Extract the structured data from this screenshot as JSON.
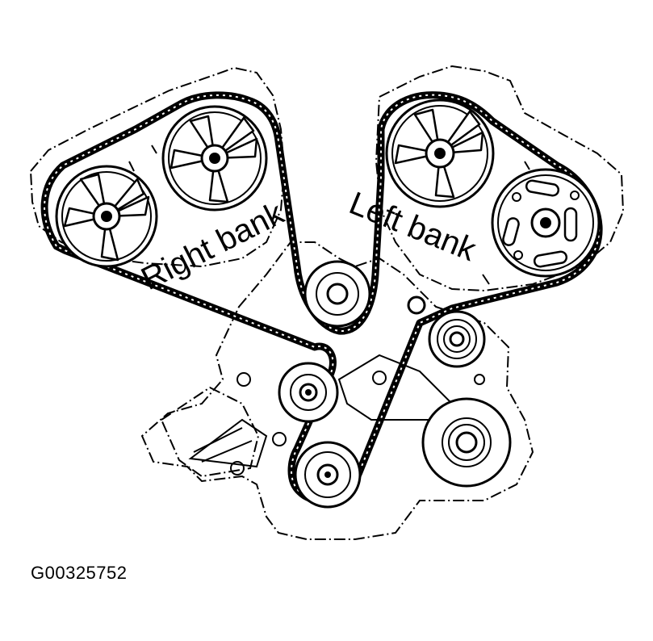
{
  "labels": {
    "right_bank": "Right bank",
    "left_bank": "Left bank"
  },
  "figure_id": "G00325752",
  "colors": {
    "line": "#000000",
    "background": "#ffffff"
  }
}
